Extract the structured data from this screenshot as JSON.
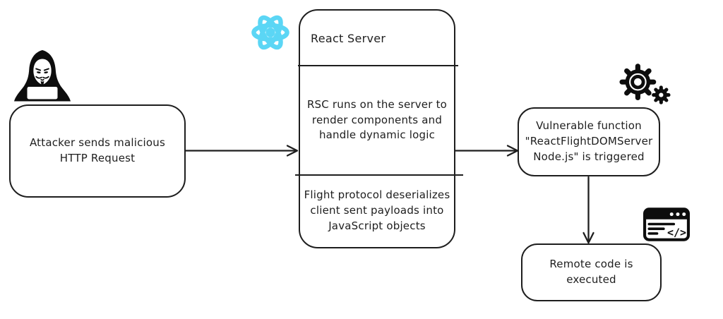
{
  "diagram": {
    "background": "#ffffff",
    "stroke_color": "#1e1e1e",
    "react_blue": "#5bd6f5",
    "nodes": {
      "attacker": {
        "icon": "anonymous-hacker-laptop",
        "label": "Attacker sends malicious\nHTTP Request"
      },
      "react_server": {
        "icon": "react-logo",
        "title": "React Server",
        "sections": [
          {
            "label": "RSC runs on the server to\nrender components and\nhandle dynamic logic"
          },
          {
            "label": "Flight protocol deserializes\nclient sent payloads into\nJavaScript objects"
          }
        ]
      },
      "vulnerable_function": {
        "icon": "gears",
        "label": "Vulnerable function\n\"ReactFlightDOMServer\nNode.js\" is triggered"
      },
      "remote_code": {
        "icon": "browser-code-window",
        "browser_code_glyph": "</>",
        "label": "Remote code is\nexecuted"
      }
    },
    "edges": [
      {
        "from": "attacker",
        "to": "react_server",
        "direction": "right"
      },
      {
        "from": "react_server",
        "to": "vulnerable_function",
        "direction": "right"
      },
      {
        "from": "vulnerable_function",
        "to": "remote_code",
        "direction": "down"
      }
    ]
  }
}
